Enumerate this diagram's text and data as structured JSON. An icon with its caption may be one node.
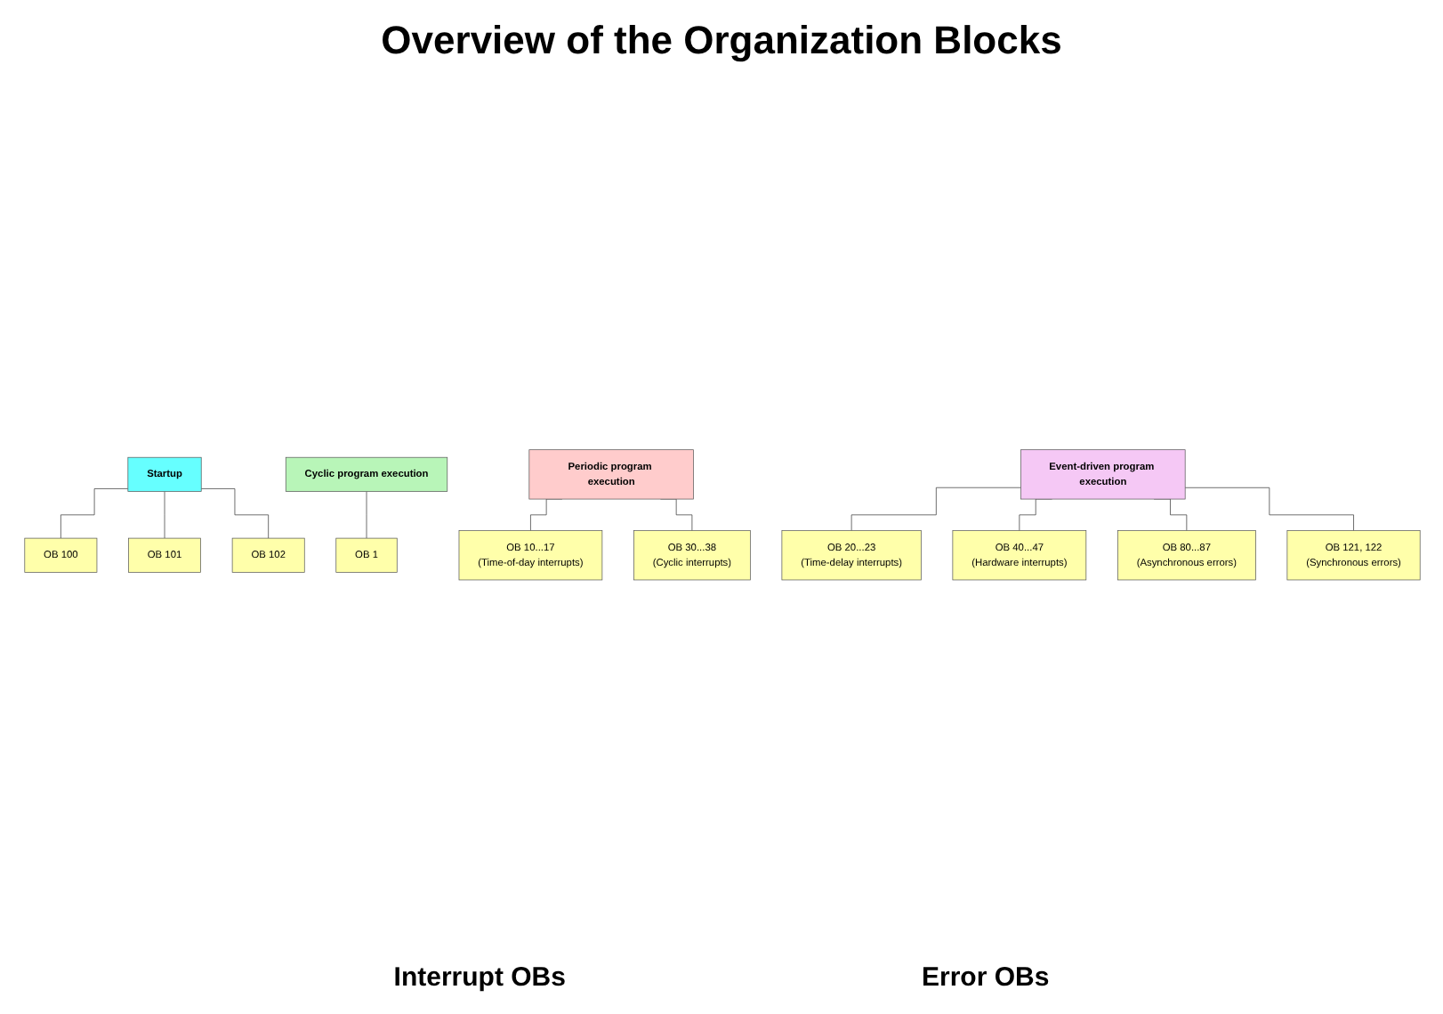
{
  "diagram": {
    "title": "Overview of the Organization Blocks",
    "nodes": [
      {
        "text": [
          "Startup"
        ]
      },
      {
        "text": [
          "OB 100"
        ]
      },
      {
        "text": [
          "OB 101"
        ]
      },
      {
        "text": [
          "OB 102"
        ]
      },
      {
        "text": [
          "Cyclic program execution"
        ]
      },
      {
        "text": [
          "OB 1"
        ]
      },
      {
        "text": [
          "Periodic program execution"
        ]
      },
      {
        "text": [
          "OB 10...17",
          "(Time-of-day interrupts)"
        ]
      },
      {
        "text": [
          "OB 30...38",
          "(Cyclic interrupts)"
        ]
      },
      {
        "text": [
          "Event-driven program execution"
        ]
      },
      {
        "text": [
          "OB 20...23",
          "(Time-delay interrupts)"
        ]
      },
      {
        "text": [
          "OB 40...47",
          "(Hardware interrupts)"
        ]
      },
      {
        "text": [
          "OB 80...87",
          "(Asynchronous errors)"
        ]
      },
      {
        "text": [
          "OB 121, 122",
          "(Synchronous errors)"
        ]
      }
    ],
    "edges": [
      {
        "from": 0,
        "to": 1,
        "arrow": "none"
      },
      {
        "from": 0,
        "to": 2,
        "arrow": "none"
      },
      {
        "from": 0,
        "to": 3,
        "arrow": "none"
      },
      {
        "from": 4,
        "to": 5,
        "arrow": "none"
      },
      {
        "from": 6,
        "to": 7,
        "arrow": "none"
      },
      {
        "from": 6,
        "to": 8,
        "arrow": "none"
      },
      {
        "from": 9,
        "to": 10,
        "arrow": "none"
      },
      {
        "from": 9,
        "to": 11,
        "arrow": "none"
      },
      {
        "from": 9,
        "to": 12,
        "arrow": "none"
      },
      {
        "from": 9,
        "to": 13,
        "arrow": "none"
      }
    ],
    "labels": [
      "Interrupt OBs",
      "Error OBs"
    ]
  }
}
